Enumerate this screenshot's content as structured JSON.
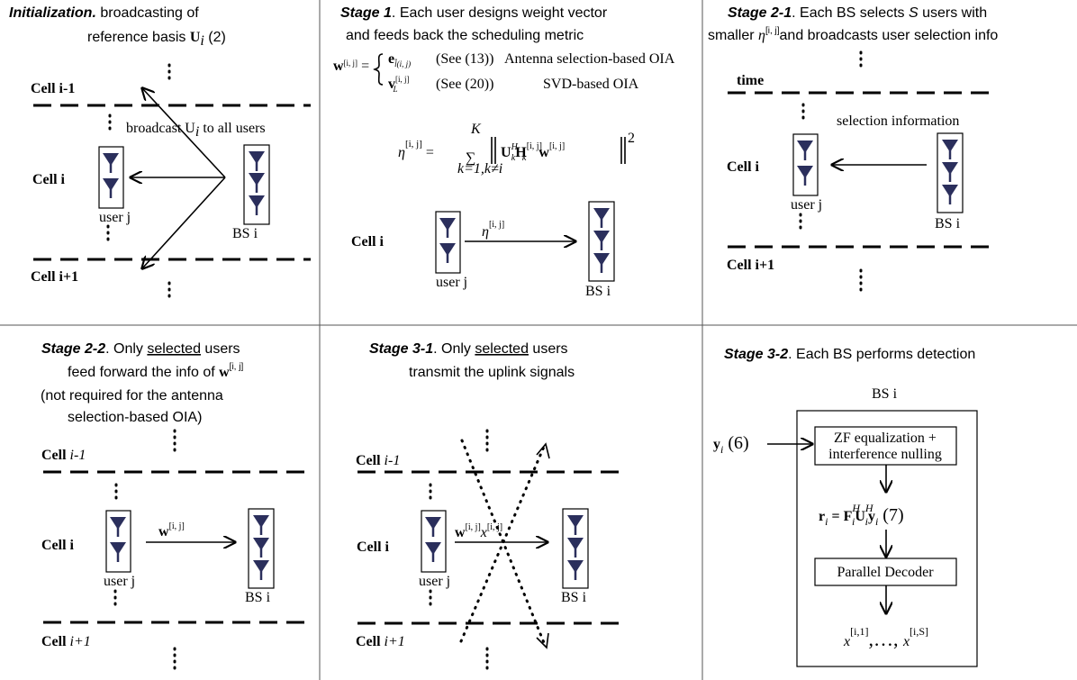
{
  "panels": {
    "init": {
      "title_bold": "Initialization.",
      "title_rest": " broadcasting of",
      "line2": "reference basis ",
      "line2_sym": "U",
      "line2_sub": "i",
      "line2_ref": " (2)",
      "cell_top": "Cell i-1",
      "cell_mid": "Cell i",
      "cell_bot": "Cell i+1",
      "broadcast": "broadcast U",
      "broadcast_sub": "i",
      "broadcast_tail": " to all users",
      "user_label": "user j",
      "bs_label": "BS i"
    },
    "s1": {
      "title_bold": "Stage 1",
      "title_rest": ". Each user designs weight vector",
      "line2": "and feeds back the scheduling metric",
      "eq_lhs": "w",
      "eq_lhs_sup": "[i, j]",
      "case1_sym": "e",
      "case1_sub": "l̂(i, j)",
      "case1_ref": "(See (13))",
      "case1_label": "Antenna selection-based OIA",
      "case2_sym": "v",
      "case2_sup": "[i, j]",
      "case2_sub": "L",
      "case2_ref": "(See (20))",
      "case2_label": "SVD-based OIA",
      "metric_lhs": "η",
      "metric_sup": "[i, j]",
      "metric_top": "K",
      "metric_bot": "k=1,k≠i",
      "metric_body": "U",
      "metric_body2": "H",
      "metric_body3": "w",
      "cell_mid": "Cell i",
      "user_label": "user j",
      "bs_label": "BS i",
      "arrow_sym": "η",
      "arrow_sup": "[i, j]"
    },
    "s21": {
      "title_bold": "Stage 2-1",
      "title_rest": ". Each BS selects ",
      "title_S": "S",
      "title_tail": " users with",
      "line2a": "smaller ",
      "line2_sym": "η",
      "line2_sup": "[i, j]",
      "line2b": "and broadcasts user selection info",
      "time_label": "time",
      "sel_label": "selection information",
      "cell_mid": "Cell i",
      "cell_bot": "Cell i+1",
      "user_label": "user j",
      "bs_label": "BS i"
    },
    "s22": {
      "title_bold": "Stage 2-2",
      "title_rest": ". Only ",
      "title_under": "selected",
      "title_tail": " users",
      "line2": "feed forward the info of ",
      "line2_sym": "w",
      "line2_sup": "[i, j]",
      "line3": "(not required for the antenna",
      "line4": "selection-based OIA)",
      "cell_top": "Cell i-1",
      "cell_mid": "Cell i",
      "cell_bot": "Cell i+1",
      "arrow_sym": "w",
      "arrow_sup": "[i, j]",
      "user_label": "user j",
      "bs_label": "BS i"
    },
    "s31": {
      "title_bold": "Stage 3-1",
      "title_rest": ". Only ",
      "title_under": "selected",
      "title_tail": " users",
      "line2": "transmit the uplink signals",
      "cell_top": "Cell i-1",
      "cell_mid": "Cell i",
      "cell_bot": "Cell i+1",
      "arrow_sym": "w",
      "arrow_sup": "[i, j]",
      "arrow_sym2": "x",
      "arrow_sup2": "[i, j]",
      "user_label": "user j",
      "bs_label": "BS i"
    },
    "s32": {
      "title_bold": "Stage 3-2",
      "title_rest": ". Each BS performs detection",
      "bs_title": "BS i",
      "input_sym": "y",
      "input_sub": "i",
      "input_ref": " (6)",
      "box1_line1": "ZF equalization +",
      "box1_line2": "interference nulling",
      "eq_r": "r",
      "eq_r_sub": "i",
      "eq_mid": " = F",
      "eq_F_sup": "H",
      "eq_F_sub": "i",
      "eq_U": "U",
      "eq_U_sup": "H",
      "eq_U_sub": "i",
      "eq_y": "y",
      "eq_y_sub": "i",
      "eq_ref": " (7)",
      "box2": "Parallel Decoder",
      "out1": "x",
      "out1_sup": "[i,1]",
      "out_mid": ",…, ",
      "out2": "x",
      "out2_sup": "[i,S]"
    }
  },
  "colors": {
    "antenna": "#2b2f5c",
    "divider": "#555555"
  }
}
